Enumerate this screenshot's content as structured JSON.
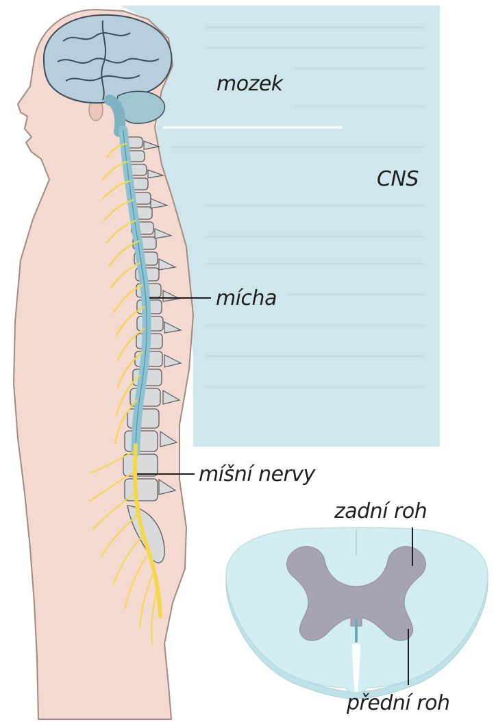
{
  "labels": {
    "mozek": "mozek",
    "cns": "CNS",
    "micha": "mícha",
    "nervy": "míšní nervy",
    "zadni_roh": "zadní roh",
    "predni_roh": "přední roh"
  },
  "colors": {
    "cns_panel": "#cfe7ec",
    "skin": "#f3d9cf",
    "skin_outline": "#a38a80",
    "brain": "#b7cfdd",
    "spinal_cord": "#8cc3d3",
    "vertebra": "#d8dadc",
    "nerve": "#f2d84a",
    "white_matter": "#d3eef2",
    "grey_matter": "#a6a3b3"
  }
}
